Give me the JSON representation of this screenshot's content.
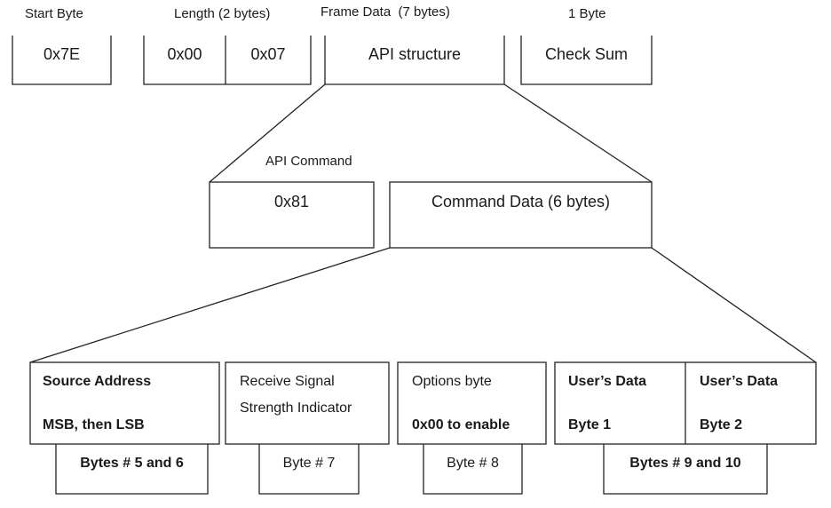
{
  "frame": {
    "start_byte_label": "Start Byte",
    "start_byte_value": "0x7E",
    "length_label": "Length (2 bytes)",
    "length_msb": "0x00",
    "length_lsb": "0x07",
    "frame_data_label": "Frame Data  (7 bytes)",
    "frame_data_value": "API structure",
    "checksum_label": "1 Byte",
    "checksum_value": "Check Sum"
  },
  "api": {
    "command_label": "API Command",
    "command_value": "0x81",
    "command_data": "Command Data (6 bytes)"
  },
  "fields": {
    "source_address_line1": "Source Address",
    "source_address_line2": "MSB, then LSB",
    "source_address_bytes": "Bytes # 5 and 6",
    "rssi_line1": "Receive Signal",
    "rssi_line2": "Strength Indicator",
    "rssi_bytes": "Byte # 7",
    "options_line1": "Options byte",
    "options_line2": "0x00 to enable",
    "options_bytes": "Byte # 8",
    "user1_line1": "User’s Data",
    "user1_line2": "Byte 1",
    "user2_line1": "User’s Data",
    "user2_line2": "Byte 2",
    "user_bytes": "Bytes # 9 and 10"
  }
}
